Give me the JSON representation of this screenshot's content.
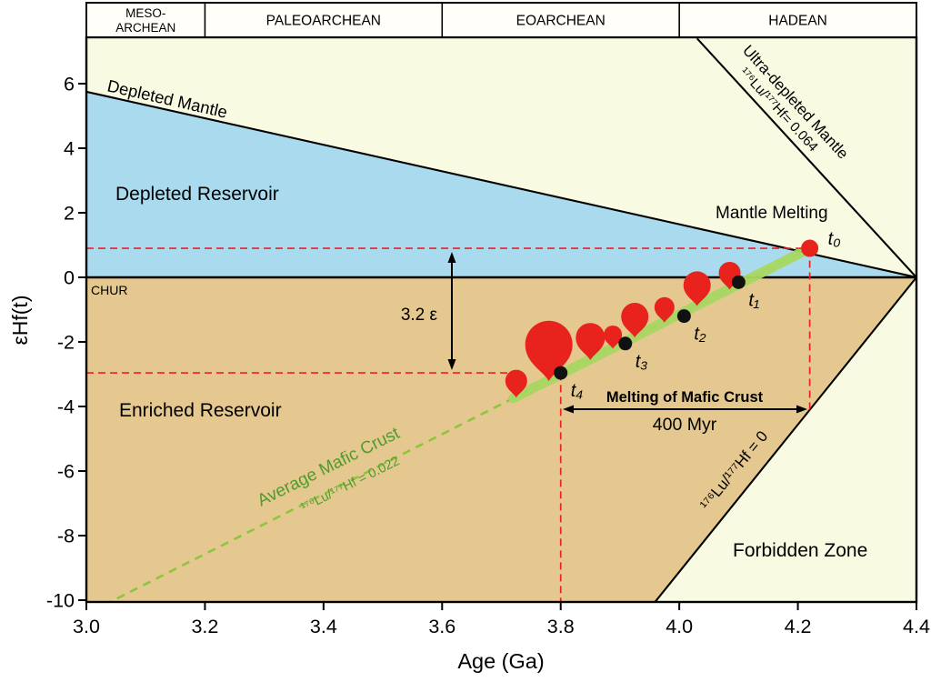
{
  "era_band": {
    "boundaries_ga": [
      3.0,
      3.2,
      3.6,
      4.0,
      4.4
    ],
    "items": [
      {
        "lines": [
          "MESO-",
          "ARCHEAN"
        ]
      },
      {
        "lines": [
          "PALEOARCHEAN"
        ]
      },
      {
        "lines": [
          "EOARCHEAN"
        ]
      },
      {
        "lines": [
          "HADEAN"
        ]
      }
    ]
  },
  "chart_data": {
    "type": "line",
    "xlabel": "Age (Ga)",
    "ylabel": "εHf(t)",
    "xlim": [
      3.0,
      4.4
    ],
    "ylim": [
      -10.15,
      7.4
    ],
    "x_ticks": [
      "3.0",
      "3.2",
      "3.4",
      "3.6",
      "3.8",
      "4.0",
      "4.2",
      "4.4"
    ],
    "y_ticks": [
      "6",
      "4",
      "2",
      "0",
      "-2",
      "-4",
      "-6",
      "-8",
      "-10"
    ],
    "colors": {
      "background": "#f8fae2",
      "band": "#fffef8",
      "depleted": "#a9daee",
      "enriched": "#e5c88f",
      "red": "#e8231d",
      "green_line": "#8cc63e",
      "green_band": "#a8d763",
      "guide_red": "#ed2024",
      "label_green": "#4f9c2d"
    },
    "regions": [
      {
        "name": "depleted-reservoir",
        "label": "Depleted Reservoir"
      },
      {
        "name": "enriched-reservoir",
        "label": "Enriched Reservoir"
      },
      {
        "name": "forbidden-zone",
        "label": "Forbidden Zone"
      }
    ],
    "reference_lines": [
      {
        "name": "depleted-mantle",
        "label": "Depleted Mantle",
        "from": [
          3.0,
          5.75
        ],
        "to": [
          4.4,
          0
        ]
      },
      {
        "name": "ultra-depleted-mantle",
        "label": "Ultra-depleted Mantle",
        "formula": "¹⁷⁶Lu/¹⁷⁷Hf= 0.064",
        "from": [
          4.03,
          7.4
        ],
        "to": [
          4.4,
          0
        ]
      },
      {
        "name": "zero-lu-hf",
        "label": "¹⁷⁶Lu/¹⁷⁷Hf = 0",
        "from": [
          3.955,
          -10.15
        ],
        "to": [
          4.4,
          0
        ]
      },
      {
        "name": "chur",
        "label": "CHUR",
        "from": [
          3.0,
          0
        ],
        "to": [
          4.4,
          0
        ]
      }
    ],
    "mafic_crust_line": {
      "label": "Average Mafic Crust",
      "formula": "¹⁷⁶Lu/¹⁷⁷Hf = 0.022",
      "from": [
        3.03,
        -10.15
      ],
      "to": [
        4.22,
        0.9
      ],
      "highlight": [
        3.72,
        4.225
      ]
    },
    "points": [
      {
        "label": "t₀",
        "age": 4.22,
        "eps": 0.9,
        "style": "red"
      },
      {
        "label": "t₁",
        "age": 4.1,
        "eps": -0.15,
        "style": "black"
      },
      {
        "label": "t₂",
        "age": 4.008,
        "eps": -1.2,
        "style": "black"
      },
      {
        "label": "t₃",
        "age": 3.909,
        "eps": -2.05,
        "style": "black"
      },
      {
        "label": "t₄",
        "age": 3.8,
        "eps": -2.96,
        "style": "black"
      }
    ],
    "melt_pockets": [
      {
        "age": 3.725,
        "r": 12
      },
      {
        "age": 3.78,
        "r": 26
      },
      {
        "age": 3.85,
        "r": 16
      },
      {
        "age": 3.888,
        "r": 10
      },
      {
        "age": 3.925,
        "r": 15
      },
      {
        "age": 3.975,
        "r": 11
      },
      {
        "age": 4.03,
        "r": 15
      },
      {
        "age": 4.085,
        "r": 12
      }
    ],
    "guides": [
      {
        "type": "h",
        "eps": 0.9,
        "from_age": 3.0,
        "to_age": 4.22
      },
      {
        "type": "h",
        "eps": -2.96,
        "from_age": 3.0,
        "to_age": 3.715
      },
      {
        "type": "v",
        "age": 3.8,
        "from_eps": -10.15,
        "to_eps": -2.96
      },
      {
        "type": "v",
        "age": 4.22,
        "from_eps": -4.1,
        "to_eps": 0.9
      }
    ],
    "annotations": {
      "mantle_melting": "Mantle Melting",
      "epsilon_offset": "3.2  ε",
      "melting_label": "Melting of Mafic Crust",
      "duration": "400 Myr"
    }
  }
}
